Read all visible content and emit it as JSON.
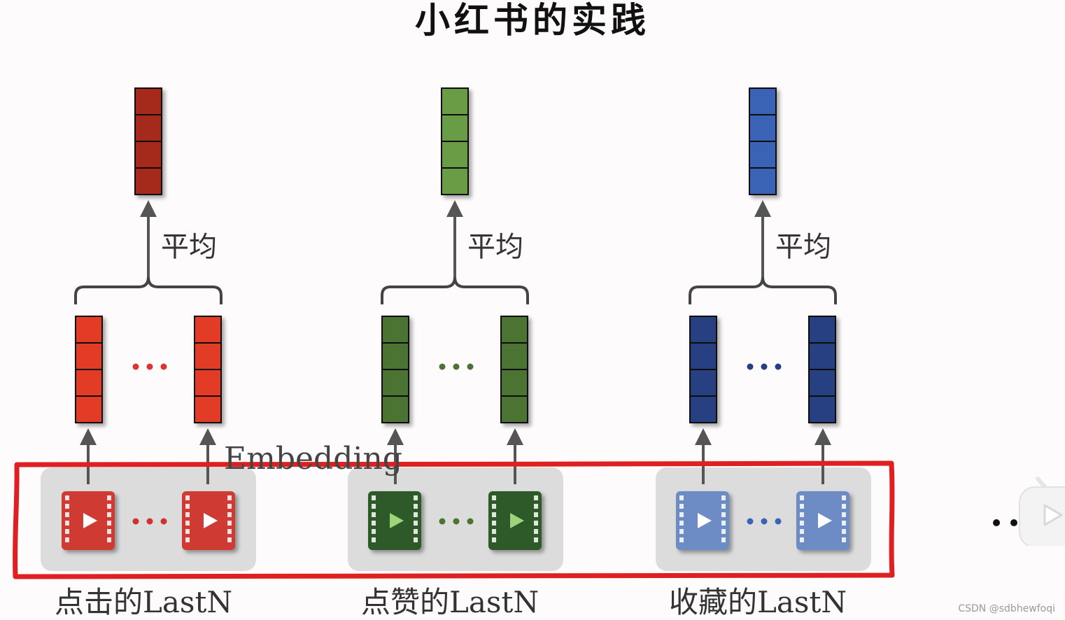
{
  "title": "小红书的实践",
  "embedding_label": "Embedding",
  "watermark": "CSDN @sdbhewfoqi",
  "groups": [
    {
      "label": "点击的LastN",
      "avg_label": "平均",
      "colors": {
        "top": "#a52a1f",
        "vec": "#e23b26",
        "film": "#cf3b30",
        "panel": "#dcdcdc"
      }
    },
    {
      "label": "点赞的LastN",
      "avg_label": "平均",
      "colors": {
        "top": "#6a9b45",
        "vec": "#4b7331",
        "film": "#2f5a2a",
        "panel": "#dcdcdc"
      }
    },
    {
      "label": "收藏的LastN",
      "avg_label": "平均",
      "colors": {
        "top": "#3b64b5",
        "vec": "#253f82",
        "film": "#6d8cc6",
        "panel": "#dcdcdc"
      }
    }
  ],
  "colors": {
    "highlight_box": "#e02020",
    "arrow": "#555555",
    "brace": "#444444"
  },
  "icons": [
    "play-icon",
    "ellipsis-icon",
    "tv-logo-icon"
  ]
}
